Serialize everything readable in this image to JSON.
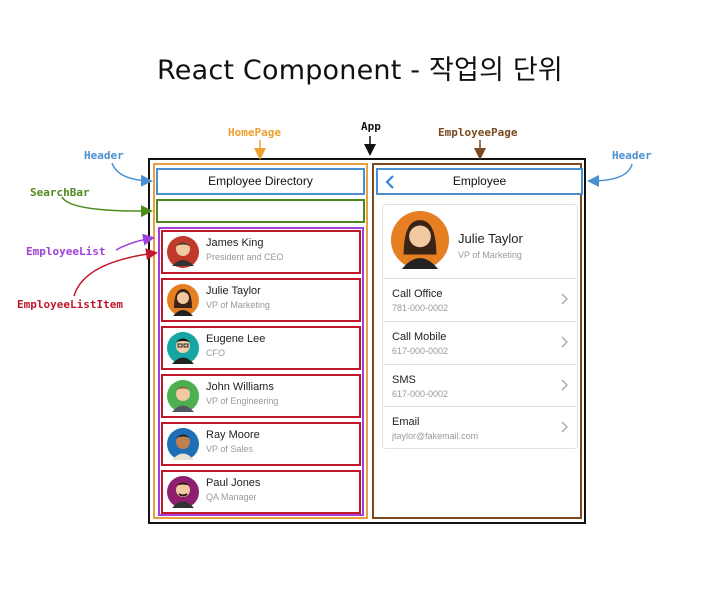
{
  "title": "React Component - 작업의 단위",
  "colors": {
    "app": "#111111",
    "homepage": "#f0a030",
    "employeepage": "#7a4a1e",
    "header": "#4a90d0",
    "searchbar": "#4f8a1e",
    "employeelist": "#a040d8",
    "employeelistitem": "#c0182a"
  },
  "labels": {
    "app": "App",
    "homepage": "HomePage",
    "employeepage": "EmployeePage",
    "header_left": "Header",
    "header_right": "Header",
    "searchbar": "SearchBar",
    "employeelist": "EmployeeList",
    "employeelistitem": "EmployeeListItem"
  },
  "home": {
    "header_title": "Employee Directory",
    "employees": [
      {
        "name": "James King",
        "title": "President and CEO",
        "avatar_color": "#c0392b"
      },
      {
        "name": "Julie Taylor",
        "title": "VP of Marketing",
        "avatar_color": "#e67e22"
      },
      {
        "name": "Eugene Lee",
        "title": "CFO",
        "avatar_color": "#16a5a5"
      },
      {
        "name": "John Williams",
        "title": "VP of Engineering",
        "avatar_color": "#4caf50"
      },
      {
        "name": "Ray Moore",
        "title": "VP of Sales",
        "avatar_color": "#1e6fb5"
      },
      {
        "name": "Paul Jones",
        "title": "QA Manager",
        "avatar_color": "#8e1e6e"
      }
    ]
  },
  "employee_page": {
    "header_title": "Employee",
    "name": "Julie Taylor",
    "title": "VP of Marketing",
    "contacts": [
      {
        "label": "Call Office",
        "value": "781-000-0002"
      },
      {
        "label": "Call Mobile",
        "value": "617-000-0002"
      },
      {
        "label": "SMS",
        "value": "617-000-0002"
      },
      {
        "label": "Email",
        "value": "jtaylor@fakemail.com"
      }
    ]
  }
}
